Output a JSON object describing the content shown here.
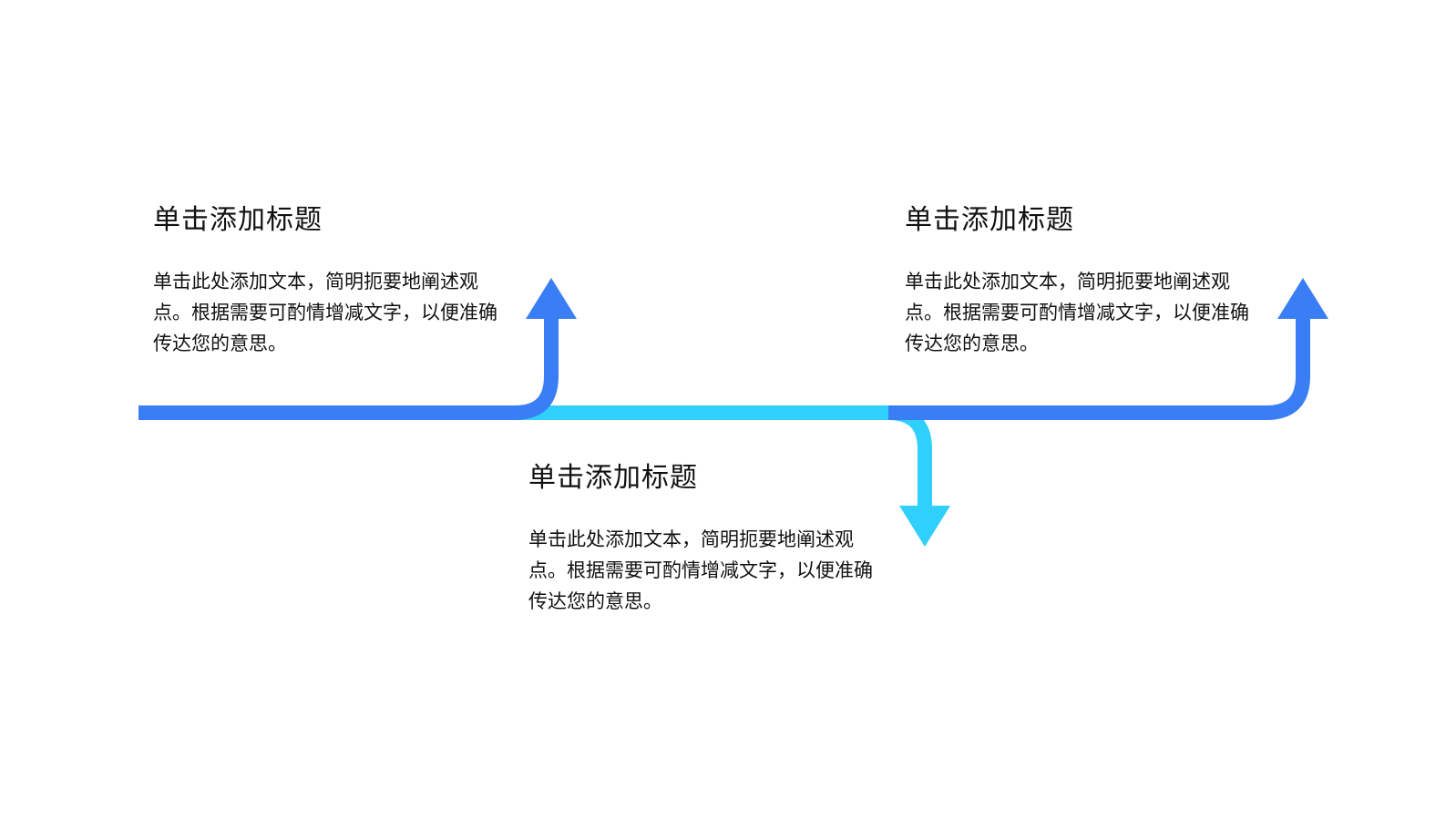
{
  "colors": {
    "primary_blue": "#3a7ef5",
    "light_cyan": "#2fd0fb",
    "background": "#ffffff",
    "text": "#111111"
  },
  "steps": [
    {
      "title": "单击添加标题",
      "text": "单击此处添加文本，简明扼要地阐述观点。根据需要可酌情增减文字，以便准确传达您的意思。",
      "arrow_direction": "up",
      "arrow_color": "primary_blue"
    },
    {
      "title": "单击添加标题",
      "text": "单击此处添加文本，简明扼要地阐述观点。根据需要可酌情增减文字，以便准确传达您的意思。",
      "arrow_direction": "down",
      "arrow_color": "light_cyan"
    },
    {
      "title": "单击添加标题",
      "text": "单击此处添加文本，简明扼要地阐述观点。根据需要可酌情增减文字，以便准确传达您的意思。",
      "arrow_direction": "up",
      "arrow_color": "primary_blue"
    }
  ]
}
